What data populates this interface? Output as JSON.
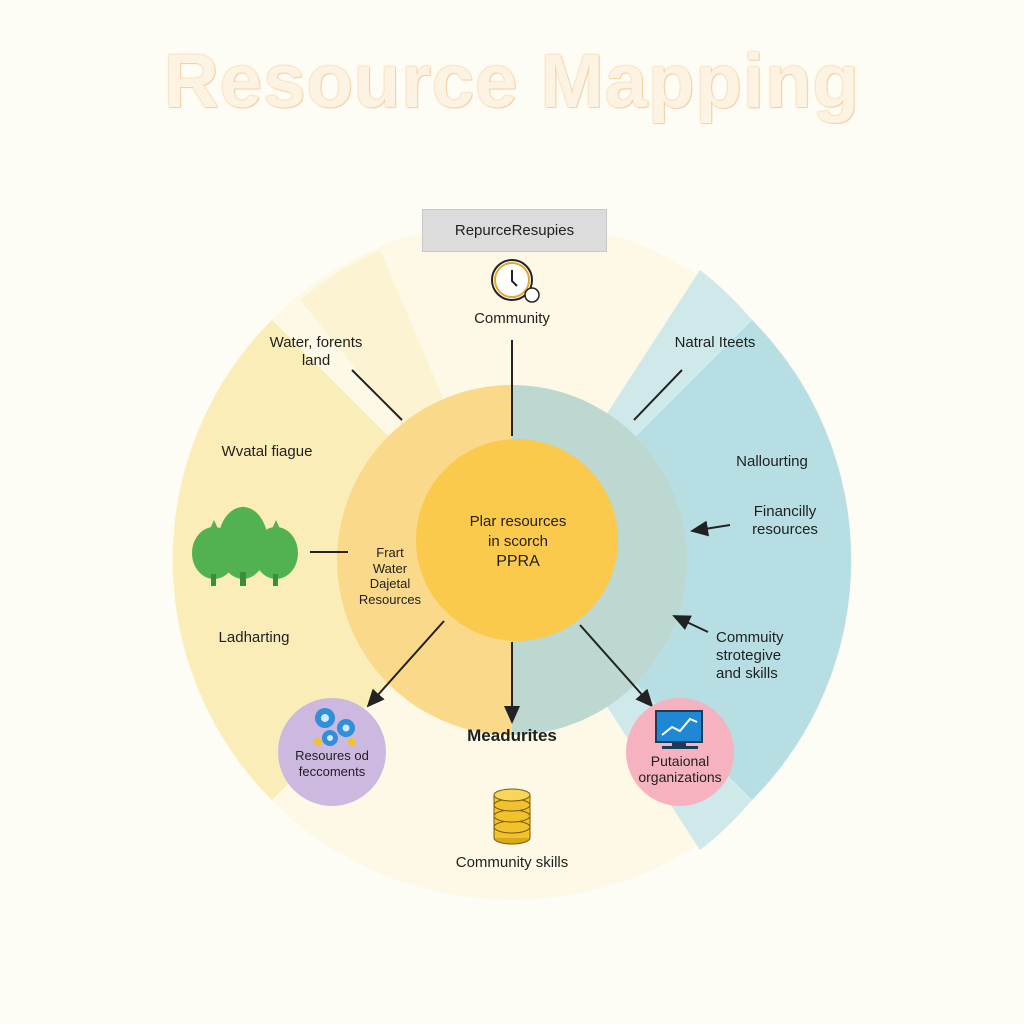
{
  "title": "Resource Mapping",
  "header": "RepurceResupies",
  "top_label": "Community",
  "left": {
    "water": "Water, forents\nland",
    "wvatal": "Wvatal fiague",
    "ladharting": "Ladharting",
    "inner": "Frart\nWater\nDajetal\nResources"
  },
  "right": {
    "natral": "Natral Iteets",
    "nallourting": "Nallourting",
    "financially": "Financilly\nresources",
    "commuity": "Commuity\nstrotegive\nand skills"
  },
  "center": {
    "line1": "Plar resources",
    "line2": "in scorch",
    "line3": "PPRA"
  },
  "bottom": {
    "meadurites": "Meadurites",
    "skills": "Community skills"
  },
  "circles": {
    "purple": "Resoures od\nfeccoments",
    "pink": "Putaional\norganizations"
  },
  "colors": {
    "yellow_sector": "#fbedb8",
    "blue_sector": "#b7dfe3",
    "center": "#fbc94c",
    "purple": "#cdb8e0",
    "pink": "#f6b3bf",
    "tree": "#52b252"
  },
  "icons": [
    "clock-icon",
    "tree-icon",
    "gears-icon",
    "computer-chart-icon",
    "coins-icon"
  ]
}
